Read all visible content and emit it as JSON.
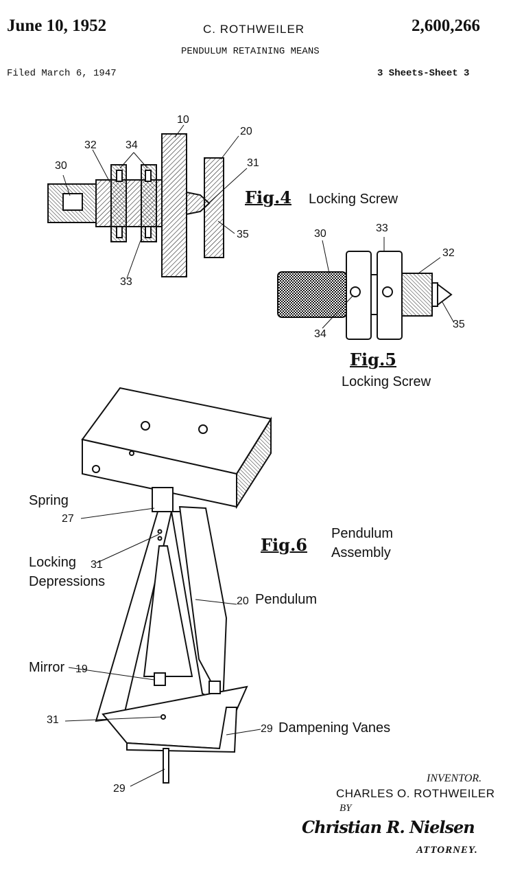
{
  "header": {
    "date": "June 10, 1952",
    "inventor_short": "C. ROTHWEILER",
    "patent_number": "2,600,266",
    "title": "PENDULUM RETAINING MEANS",
    "filed": "Filed March 6, 1947",
    "sheets": "3 Sheets-Sheet 3"
  },
  "fig4": {
    "label": "Fig.4",
    "caption": "Locking Screw",
    "refs": {
      "r10": "10",
      "r20": "20",
      "r32": "32",
      "r34": "34",
      "r30": "30",
      "r31": "31",
      "r35": "35",
      "r33": "33"
    }
  },
  "fig5": {
    "label": "Fig.5",
    "caption": "Locking Screw",
    "refs": {
      "r30": "30",
      "r33": "33",
      "r32": "32",
      "r34": "34",
      "r35": "35"
    }
  },
  "fig6": {
    "label": "Fig.6",
    "caption_line1": "Pendulum",
    "caption_line2": "Assembly",
    "spring": "Spring",
    "r27": "27",
    "locking": "Locking",
    "r31a": "31",
    "depressions": "Depressions",
    "r20": "20",
    "pendulum": "Pendulum",
    "mirror": "Mirror",
    "r19": "19",
    "r31b": "31",
    "r29a": "29",
    "vanes": "Dampening Vanes",
    "r29b": "29"
  },
  "signature": {
    "inventor_label": "INVENTOR.",
    "inventor_name": "CHARLES O. ROTHWEILER",
    "by": "BY",
    "attorney_signature": "Christian R. Nielsen",
    "attorney_label": "ATTORNEY."
  }
}
